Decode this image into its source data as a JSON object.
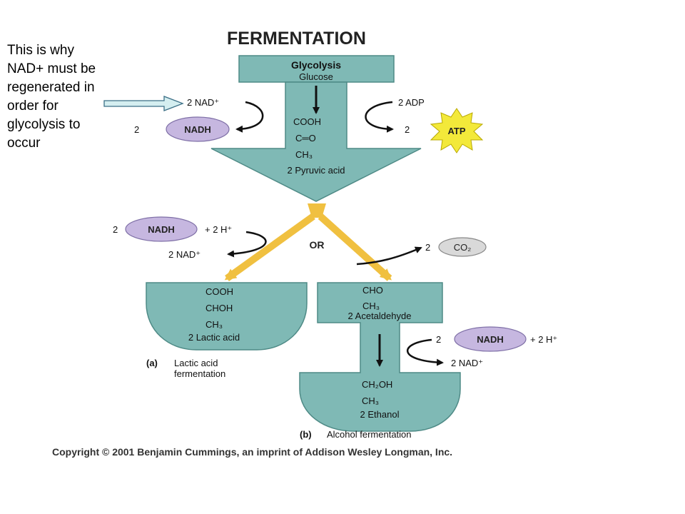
{
  "note": {
    "lines": [
      "This is why",
      "NAD+ must be",
      "regenerated  in",
      "order for",
      "glycolysis to",
      "occur"
    ]
  },
  "diagram": {
    "title": "FERMENTATION",
    "glycolysis": {
      "heading": "Glycolysis",
      "substrate": "Glucose",
      "formula": [
        "COOH",
        "C═O",
        "CH₃"
      ],
      "product": "2 Pyruvic acid",
      "left_input": "2 NAD⁺",
      "left_output_coef": "2",
      "left_output": "NADH",
      "right_input": "2 ADP",
      "right_output_coef": "2",
      "right_output": "ATP"
    },
    "branch": {
      "or_label": "OR",
      "left_nadh_coef": "2",
      "left_nadh": "NADH",
      "left_protons": "+ 2 H⁺",
      "left_nad": "2 NAD⁺",
      "co2_coef": "2",
      "co2": "CO₂"
    },
    "lactic": {
      "formula": [
        "COOH",
        "CHOH",
        "CH₃"
      ],
      "product": "2 Lactic acid",
      "caption_letter": "(a)",
      "caption_line1": "Lactic acid",
      "caption_line2": "fermentation"
    },
    "alcohol": {
      "top_formula": [
        "CHO",
        "CH₃"
      ],
      "intermediate": "2 Acetaldehyde",
      "nadh_coef": "2",
      "nadh": "NADH",
      "protons": "+ 2 H⁺",
      "nad": "2 NAD⁺",
      "bottom_formula": [
        "CH₂OH",
        "CH₃"
      ],
      "product": "2 Ethanol",
      "caption_letter": "(b)",
      "caption": "Alcohol fermentation"
    },
    "copyright": "Copyright © 2001 Benjamin Cummings, an imprint of Addison Wesley Longman, Inc."
  },
  "colors": {
    "teal_fill": "#7fb9b5",
    "teal_stroke": "#4e8a86",
    "nadh_fill": "#c6b7e0",
    "atp_fill": "#f3e93a",
    "co2_fill": "#d9d9d9",
    "fork_yellow": "#f0c040",
    "note_arrow_fill": "#d4eef0"
  }
}
